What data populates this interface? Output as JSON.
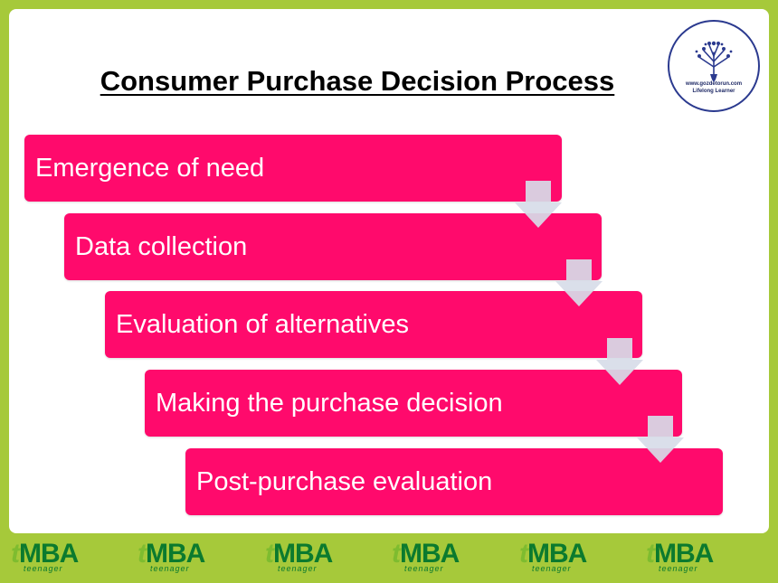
{
  "title": "Consumer Purchase Decision Process",
  "logo": {
    "url_text": "www.gozdetorun.com",
    "tagline": "Lifelong Learner"
  },
  "steps": [
    {
      "label": "Emergence of need"
    },
    {
      "label": "Data collection"
    },
    {
      "label": "Evaluation of alternatives"
    },
    {
      "label": "Making the purchase decision"
    },
    {
      "label": "Post-purchase evaluation"
    }
  ],
  "footer": {
    "brand_t": "t",
    "brand_mba": "MBA",
    "brand_sub": "teenager"
  },
  "colors": {
    "step_fill": "#ff0a6c",
    "arrow_fill": "#d7dce8",
    "frame": "#a6c93a",
    "brand_green": "#0b7a2e",
    "brand_lime": "#7ebc2f"
  }
}
